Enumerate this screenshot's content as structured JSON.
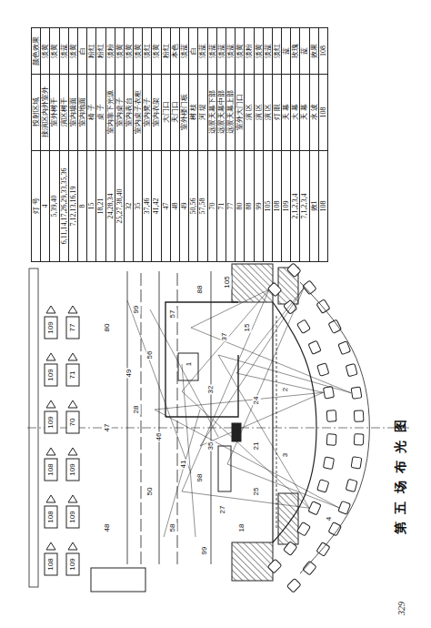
{
  "diagram": {
    "caption": "第五场布光图",
    "labels": [
      "灯 号",
      "投射区域",
      "颜色效果",
      "4",
      "接演区内外室外",
      "淡黄",
      "5,39,40",
      "室外树干",
      "淡黄",
      "6,11,14,17,26,29,33,35,36",
      "演区树干",
      "淡蓝",
      "7,12,13,16,19",
      "室内墙面",
      "淡黄",
      "8",
      "室内地面",
      "白",
      "15",
      "椅 子",
      "粉红",
      "18,21",
      "桌 子",
      "粉红",
      "24,28,34",
      "室内靠下光源",
      "淡粉",
      "25,27,38,40",
      "室内桌子",
      "淡黄",
      "32",
      "室内表台",
      "淡黄",
      "35",
      "室内桌子衣柜",
      "淡黄",
      "37,46",
      "室内凳子",
      "淡红",
      "41,42",
      "室内衣架",
      "淡黄",
      "47",
      "大门口",
      "粉红",
      "48",
      "天门口",
      "本色",
      "49",
      "室外楼门板",
      "淡蓝",
      "50,56",
      "树 枝",
      "白",
      "57,58",
      "河 堤",
      "淡蓝",
      "70",
      "远景天幕下部",
      "淡蓝",
      "71",
      "远景天幕中部",
      "淡蓝",
      "77",
      "远景天幕上部",
      "淡蓝",
      "80",
      "室外大门口",
      "淡黄",
      "88",
      "演 区",
      "淡粉",
      "99",
      "演 区",
      "淡黄",
      "105",
      "演 区",
      "淡蓝",
      "108",
      "灯 眼",
      "淡红",
      "109",
      "天 幕",
      "蓝",
      "2,1,2,3,4",
      "大 幕",
      "玫瑰",
      "7,1,2,3,4",
      "天 幕",
      "蓝",
      "效1",
      "水 波",
      "效果",
      "108",
      "108",
      "108",
      "108",
      "108",
      "108",
      "109",
      "109",
      "109",
      "109",
      "109",
      "109",
      "70",
      "71",
      "77",
      "80",
      "47",
      "48",
      "49",
      "50",
      "56",
      "57",
      "58",
      "88",
      "99",
      "105",
      "21",
      "24",
      "25",
      "27",
      "28",
      "32",
      "35",
      "37",
      "41",
      "46",
      "15",
      "18",
      "99",
      "98",
      "1",
      "2",
      "3",
      "4",
      "329"
    ]
  }
}
